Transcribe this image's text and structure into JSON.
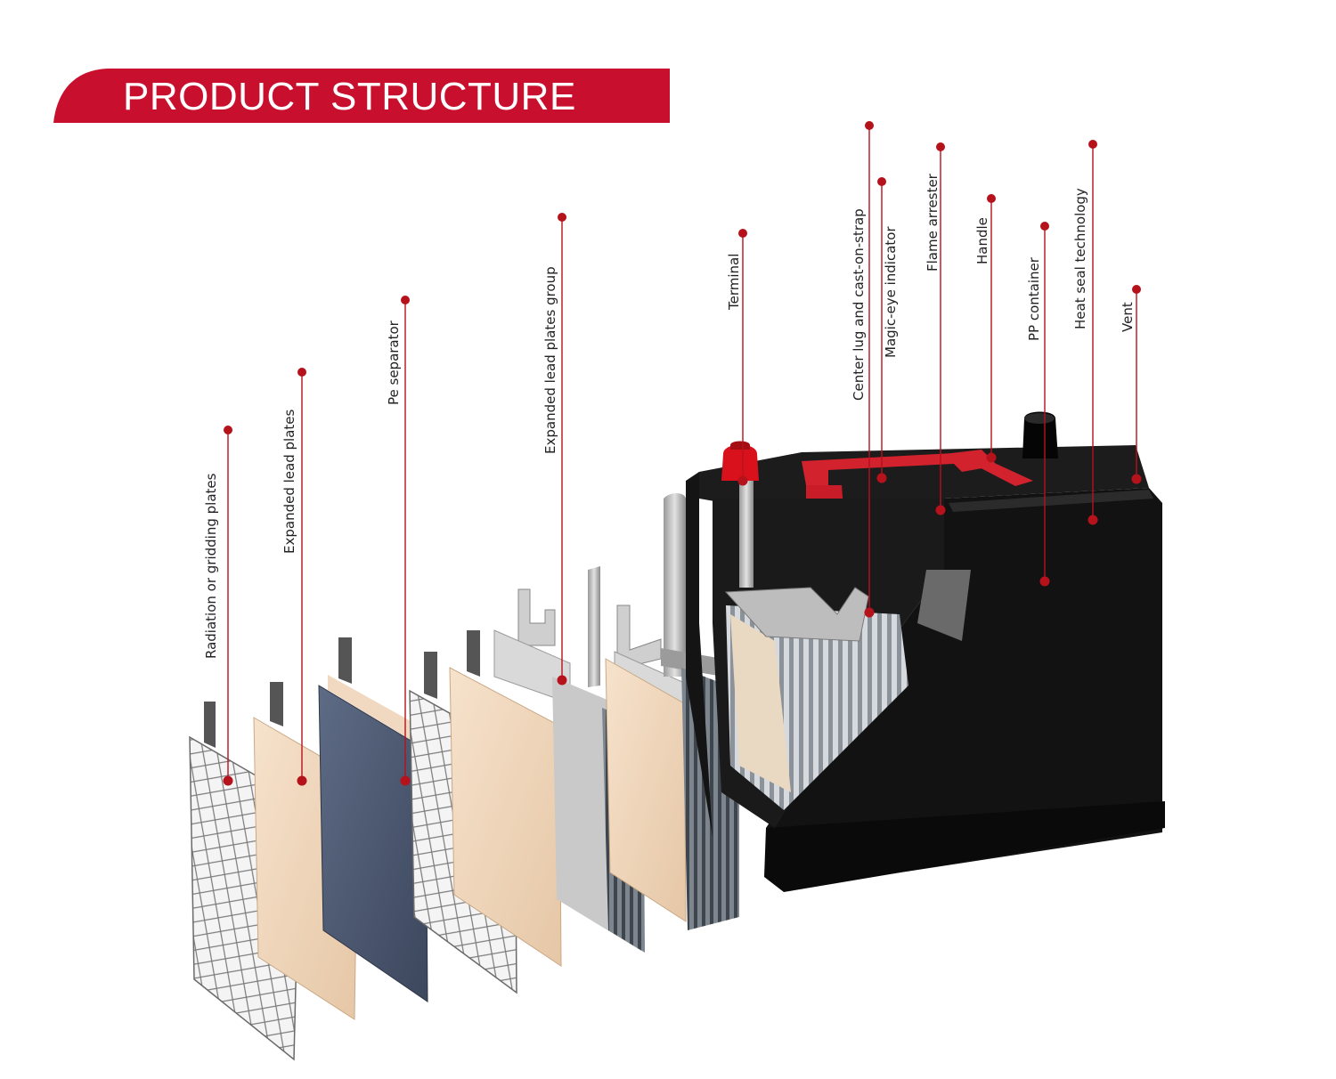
{
  "banner": {
    "title": "PRODUCT  STRUCTURE",
    "color": "#c8102e"
  },
  "accent_color": "#b5121b",
  "callouts": [
    {
      "id": "radiation-plates",
      "label": "Radiation or gridding plates"
    },
    {
      "id": "expanded-lead-plates",
      "label": "Expanded lead plates"
    },
    {
      "id": "pe-separator",
      "label": "Pe separator"
    },
    {
      "id": "expanded-lead-plates-group",
      "label": "Expanded lead plates group"
    },
    {
      "id": "terminal",
      "label": "Terminal"
    },
    {
      "id": "center-lug",
      "label": "Center lug and cast-on-strap"
    },
    {
      "id": "magic-eye-indicator",
      "label": "Magic-eye indicator"
    },
    {
      "id": "flame-arrester",
      "label": "Flame arrester"
    },
    {
      "id": "handle",
      "label": "Handle"
    },
    {
      "id": "pp-container",
      "label": "PP container"
    },
    {
      "id": "heat-seal-technology",
      "label": "Heat seal technology"
    },
    {
      "id": "vent",
      "label": "Vent"
    }
  ]
}
